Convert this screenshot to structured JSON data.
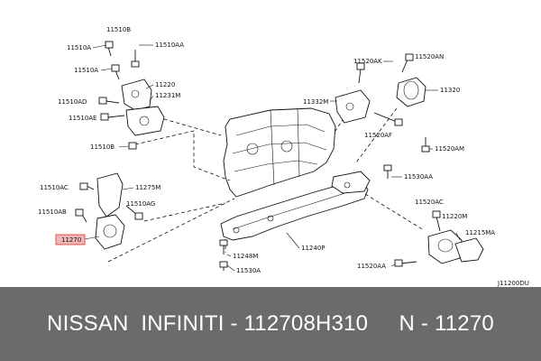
{
  "diagram_code": "J11200DU",
  "highlight_part": "11270",
  "part_labels": {
    "p11510B_top": "11510B",
    "p11510A_1": "11510A",
    "p11510AA": "11510AA",
    "p11510A_2": "11510A",
    "p11220": "11220",
    "p11510AD": "11510AD",
    "p11231M": "11231M",
    "p11510AE": "11510AE",
    "p11510B_bot": "11510B",
    "p11520AK": "11520AK",
    "p11520AN": "11520AN",
    "p11320": "11320",
    "p11332M": "11332M",
    "p11520AF": "11520AF",
    "p11520AM": "11520AM",
    "p11530AA": "11530AA",
    "p11510AC": "11510AC",
    "p11275M": "11275M",
    "p11510AG": "11510AG",
    "p11510AB": "11510AB",
    "p11520AC": "11520AC",
    "p11220M": "11220M",
    "p11215MA": "11215MA",
    "p11240P": "11240P",
    "p11248M": "11248M",
    "p11530A": "11530A",
    "p11520AA": "11520AA"
  },
  "banner": {
    "text": "NISSAN  INFINITI - 112708H310     N - 11270"
  }
}
